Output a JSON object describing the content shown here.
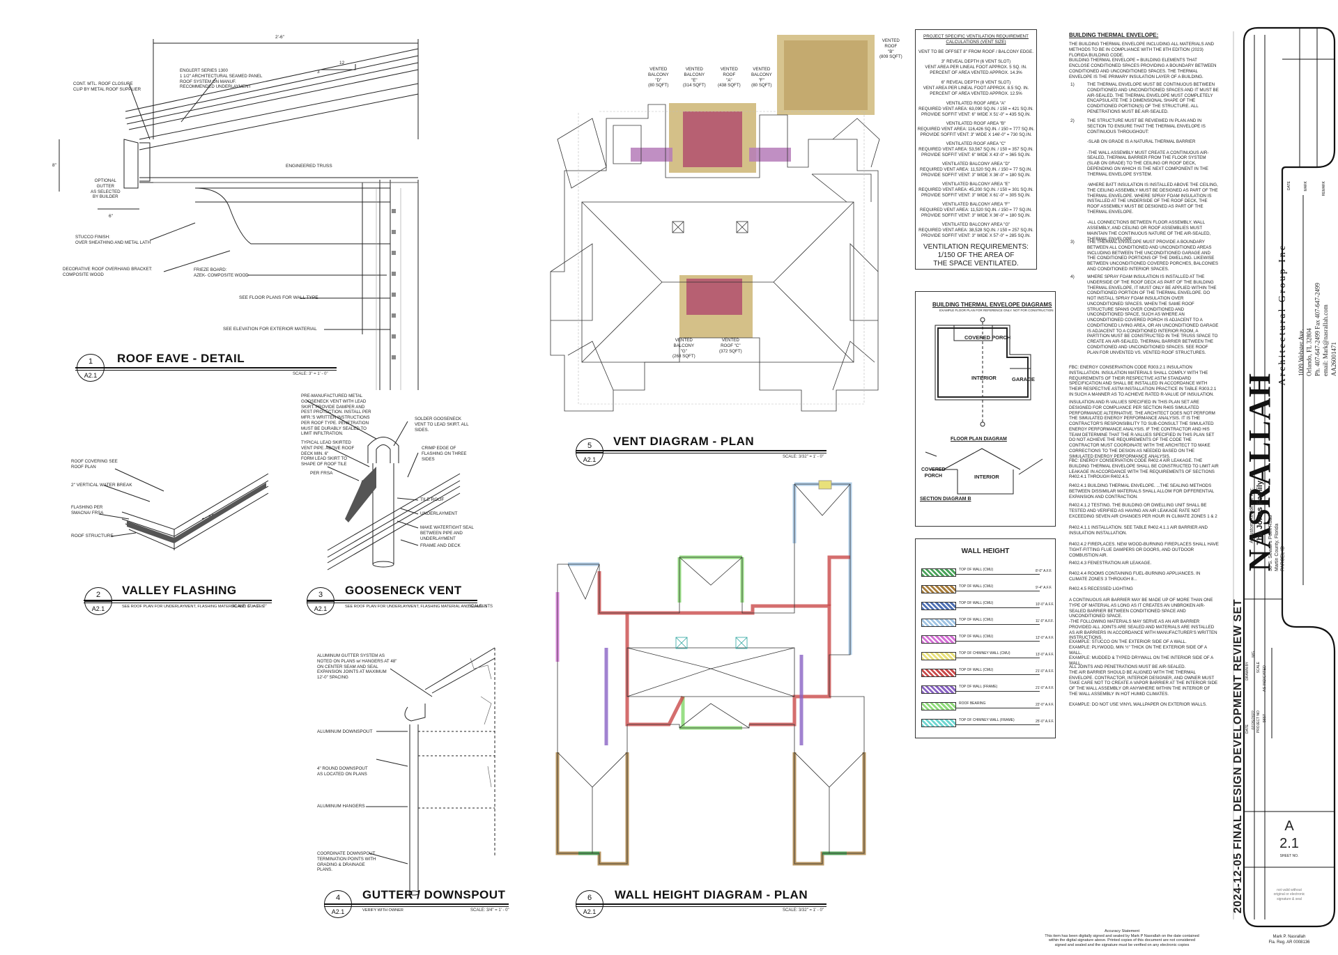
{
  "details": {
    "d1": {
      "num": "1",
      "sheet": "A2.1",
      "title": "ROOF EAVE - DETAIL",
      "scale": "SCALE: 3\" = 1' - 0\""
    },
    "d2": {
      "num": "2",
      "sheet": "A2.1",
      "title": "VALLEY FLASHING",
      "note": "SEE ROOF PLAN FOR UNDERLAYMENT, FLASHING MATERIAL AND GUAGES",
      "scale": "SCALE: 1\" = 1' - 0\""
    },
    "d3": {
      "num": "3",
      "sheet": "A2.1",
      "title": "GOOSENECK VENT",
      "note": "SEE ROOF PLAN FOR UNDERLAYMENT, FLASHING MATERIAL AND GUAGES",
      "scale": "SCALE: NTS"
    },
    "d4": {
      "num": "4",
      "sheet": "A2.1",
      "title": "GUTTER / DOWNSPOUT",
      "note": "VERIFY WITH OWNER",
      "scale": "SCALE: 3/4\" = 1' - 0\""
    },
    "d5": {
      "num": "5",
      "sheet": "A2.1",
      "title": "VENT DIAGRAM - PLAN",
      "scale": "SCALE: 3/32\" = 1' - 0\""
    },
    "d6": {
      "num": "6",
      "sheet": "A2.1",
      "title": "WALL HEIGHT DIAGRAM - PLAN",
      "scale": "SCALE: 3/32\" = 1' - 0\""
    }
  },
  "eave_labels": {
    "dim_top": "2'-6\"",
    "slope": "12",
    "slope_rise": "3",
    "closure": "CONT. MTL. ROOF CLOSURE\nCLIP BY METAL ROOF SUPPLIER",
    "panel": "ENGLERT SERIES 1300\n1 1/2\" ARCHITECTURAL SEAMED PANEL\nROOF SYSTEM ON MANUF.\nRECOMMENDED UNDERLAYMENT",
    "gutter": "OPTIONAL\nGUTTER\nAS SELECTED\nBY BUILDER",
    "truss": "ENGINEERED TRUSS",
    "stucco": "STUCCO FINISH:\nOVER SHEATHING AND METAL LATH",
    "bracket": "DECORATIVE ROOF OVERHANG BRACKET:\nCOMPOSITE WOOD",
    "frieze": "FRIEZE BOARD:\nAZEK- COMPOSITE WOOD",
    "wall": "SEE FLOOR PLANS FOR WALL TYPE",
    "elev": "SEE ELEVATION FOR EXTERIOR MATERIAL",
    "dim_8": "8\"",
    "dim_6": "6\""
  },
  "valley_labels": {
    "covering": "ROOF COVERING SEE\nROOF PLAN",
    "water_break": "2\" VERTICAL WATER BREAK",
    "flashing": "FLASHING PER\nSMACNA/ FRSA",
    "structure": "ROOF STRUCTURE"
  },
  "gooseneck_labels": {
    "prem": "PRE-MANUFACTURED METAL\nGOOSENECK VENT WITH LEAD\nSKIRT. PROVIDE DAMPER AND\nPEST PROTECTION. INSTALL PER\nMFR.'S WRITTEN INSTRUCTIONS\nPER ROOF TYPE. PENETRATION\nMUST BE DURABLY SEALED TO\nLIMIT INFILTRATION.",
    "typical": "TYPICAL LEAD SKIRTED\nVENT PIPE. ABOVE ROOF\nDECK MIN. 6\"\nFORM LEAD SKIRT TO\nSHAPE OF ROOF TILE",
    "frsa": "PER FRSA",
    "solder": "SOLDER GOOSENECK\nVENT TO LEAD SKIRT. ALL\nSIDES.",
    "crimp": "CRIMP EDGE OF\nFLASHING ON THREE\nSIDES",
    "tile": "TILE ROOF",
    "underlay": "UNDERLAYMENT",
    "seal": "MAKE WATERTIGHT SEAL\nBETWEEN PIPE AND\nUNDERLAYMENT",
    "frame": "FRAME AND DECK"
  },
  "gutter_labels": {
    "system": "ALUMINUM GUTTER SYSTEM AS\nNOTED ON PLANS w/ HANGERS AT 48\"\nON CENTER SEAM AND SEAL\nEXPANSION JOINTS AT MAXIMUM\n12'-0\" SPACING",
    "downspout": "ALUMINUM DOWNSPOUT",
    "round": "4\" ROUND DOWNSPOUT\nAS LOCATED ON PLANS",
    "hangers": "ALUMINUM HANGERS",
    "coordinate": "COORDINATE DOWNSPOUT\nTERMINATION POINTS WITH\nGRADING & DRAINAGE\nPLANS."
  },
  "vent_areas": [
    {
      "label": "VENTED\nBALCONY\n\"D\"\n(80 SQFT)"
    },
    {
      "label": "VENTED\nBALCONY\n\"E\"\n(314 SQFT)"
    },
    {
      "label": "VENTED\nROOF\n\"A\"\n(438 SQFT)"
    },
    {
      "label": "VENTED\nBALCONY\n\"F\"\n(80 SQFT)"
    },
    {
      "label": "VENTED\nROOF\n\"B\"\n(809 SQFT)"
    },
    {
      "label": "VENTED\nBALCONY\n\"G\"\n(268 SQFT)"
    },
    {
      "label": "VENTED\nROOF \"C\"\n(372 SQFT)"
    }
  ],
  "ventilation": {
    "title": "PROJECT SPECIFIC VENTILATION REQUIREMENT\nCALCULATIONS (VENT SIZE)",
    "lines": [
      "VENT TO BE OFFSET 8\" FROM ROOF / BALCONY EDGE.",
      "3\" REVEAL DEPTH (6 VENT SLOT)\nVENT AREA PER LINEAL FOOT APPROX. 5 SQ. IN.\nPERCENT OF AREA VENTED APPROX. 14.3%",
      "6\" REVEAL DEPTH (8 VENT SLOT)\nVENT AREA PER LINEAL FOOT APPROX. 8.5 SQ. IN.\nPERCENT OF AREA VENTED APPROX. 12.5%",
      "VENTILATED ROOF AREA \"A\"\nREQUIRED VENT AREA: 63,090 SQ.IN. / 150 = 421 SQ.IN.\nPROVIDE SOFFIT VENT: 6\" WIDE X 51'-0\" = 435 SQ.IN.",
      "VENTILATED ROOF AREA \"B\"\nREQUIRED VENT AREA: 116,426 SQ.IN. / 150 = 777 SQ.IN.\nPROVIDE SOFFIT VENT: 3\" WIDE X 146'-0\" = 730 SQ.IN.",
      "VENTILATED ROOF AREA \"C\"\nREQUIRED VENT AREA: 53,567 SQ.IN. / 150 = 357 SQ.IN.\nPROVIDE SOFFIT VENT: 6\" WIDE X 43'-0\" = 365 SQ.IN.",
      "VENTILATED BALCONY AREA \"D\"\nREQUIRED VENT AREA: 11,520 SQ.IN. / 150 = 77 SQ.IN.\nPROVIDE SOFFIT VENT: 3\" WIDE X 36'-0\" = 180 SQ.IN.",
      "VENTILATED BALCONY AREA \"E\"\nREQUIRED VENT AREA: 45,200 SQ.IN. / 150 = 301 SQ.IN.\nPROVIDE SOFFIT VENT: 3\" WIDE X 61'-0\" = 305 SQ.IN.",
      "VENTILATED BALCONY AREA \"F\"\nREQUIRED VENT AREA: 11,520 SQ.IN. / 150 = 77 SQ.IN.\nPROVIDE SOFFIT VENT: 3\" WIDE X 36'-0\" = 180 SQ.IN.",
      "VENTILATED BALCONY AREA \"G\"\nREQUIRED VENT AREA: 38,528 SQ.IN. / 150 = 257 SQ.IN.\nPROVIDE SOFFIT VENT: 3\" WIDE X 57'-0\" = 285 SQ.IN."
    ],
    "requirement": "VENTILATION REQUIREMENTS:\n1/150 OF THE AREA OF\nTHE SPACE VENTILATED."
  },
  "envelope_diagrams": {
    "title": "BUILDING THERMAL ENVELOPE DIAGRAMS",
    "sub": "EXAMPLE FLOOR PLAN FOR REFERENCE ONLY. NOT FOR CONSTRUCTION",
    "covered_porch": "COVERED PORCH",
    "interior": "INTERIOR",
    "garage": "GARAGE",
    "floor_plan": "FLOOR PLAN DIAGRAM",
    "covered_porch2": "COVERED\nPORCH",
    "interior2": "INTERIOR",
    "section": "SECTION DIAGRAM B"
  },
  "wall_height": {
    "title": "WALL HEIGHT",
    "items": [
      {
        "label": "TOP OF WALL (CMU)",
        "value": "8'-0\" A.F.F.",
        "color": "#4aa35a"
      },
      {
        "label": "TOP OF WALL (CMU)",
        "value": "9'-4\" A.F.F.",
        "color": "#a87d3c"
      },
      {
        "label": "TOP OF WALL (CMU)",
        "value": "10'-0\" A.F.F.",
        "color": "#4d6fb3"
      },
      {
        "label": "TOP OF WALL (CMU)",
        "value": "11'-0\" A.F.F.",
        "color": "#9fc3e3"
      },
      {
        "label": "TOP OF WALL (CMU)",
        "value": "12'-0\" A.F.F.",
        "color": "#d56fd6"
      },
      {
        "label": "TOP OF CHIMNEY WALL (CMU)",
        "value": "13'-0\" A.F.F.",
        "color": "#e8e07a"
      },
      {
        "label": "TOP OF WALL (CMU)",
        "value": "21'-0\" A.F.F.",
        "color": "#c94a4a"
      },
      {
        "label": "TOP OF WALL (FRAME)",
        "value": "21'-0\" A.F.F.",
        "color": "#8a63c4"
      },
      {
        "label": "ROOF BEARING",
        "value": "22'-0\" A.F.F.",
        "color": "#8fdc7a"
      },
      {
        "label": "TOP OF CHIMNEY WALL (FRAME)",
        "value": "25'-0\" A.F.F.",
        "color": "#6fd6d1"
      }
    ]
  },
  "notes": {
    "title": "BUILDING THERMAL ENVELOPE:",
    "intro": "THE BUILDING THERMAL ENVELOPE INCLUDING ALL MATERIALS AND METHODS TO BE IN COMPLIANCE WITH THE 8TH EDITION (2023) FLORIDA BUILDING CODE.\nBUILDING THERMAL ENVELOPE = BUILDING ELEMENTS THAT ENCLOSE CONDITIONED SPACES PROVIDING A BOUNDARY BETWEEN CONDITIONED AND UNCONDITIONED SPACES. THE THERMAL ENVELOPE IS THE PRIMARY INSULATION LAYER OF A BUILDING.",
    "n1": "THE THERMAL ENVELOPE MUST BE CONTINUOUS BETWEEN CONDITIONED AND UNCONDITIONED SPACES AND IT MUST BE AIR-SEALED. THE THERMAL ENVELOPE MUST COMPLETELY ENCAPSULATE THE 3 DIMENSIONAL SHAPE OF THE CONDITIONED PORTION(S) OF THE STRUCTURE. ALL PENETRATIONS MUST BE AIR-SEALED.",
    "n2": "THE STRUCTURE MUST BE REVIEWED IN PLAN AND IN SECTION TO ENSURE THAT THE THERMAL ENVELOPE IS CONTINUOUS THROUGHOUT:",
    "n2a": "-SLAB ON GRADE IS A NATURAL THERMAL BARRIER\n\n-THE WALL ASSEMBLY MUST CREATE A CONTINUOUS AIR-SEALED, THERMAL BARRIER FROM THE FLOOR SYSTEM (SLAB ON GRADE) TO THE CEILING OR ROOF DECK, DEPENDING ON WHICH IS THE NEXT COMPONENT IN THE THERMAL ENVELOPE SYSTEM.\n\n-WHERE BATT INSULATION IS INSTALLED ABOVE THE CEILING, THE CEILING ASSEMBLY MUST BE DESIGNED AS PART OF THE THERMAL ENVELOPE. WHERE SPRAY FOAM INSULATION IS INSTALLED AT THE UNDERSIDE OF THE ROOF DECK, THE ROOF ASSEMBLY MUST BE DESIGNED AS PART OF THE THERMAL ENVELOPE.\n\n-ALL CONNECTIONS BETWEEN FLOOR ASSEMBLY, WALL ASSEMBLY, AND CEILING OR ROOF ASSEMBLIES MUST MAINTAIN THE CONTINUOUS NATURE OF THE AIR-SEALED, THERMAL ENVELOPE.",
    "n3": "THE THERMAL ENVELOPE MUST PROVIDE A BOUNDARY BETWEEN ALL CONDITIONED AND UNCONDITIONED AREAS INCLUDING BETWEEN THE UNCONDITIONED GARAGE AND THE CONDITIONED PORTIONS OF THE DWELLING. LIKEWISE BETWEEN UNCONDITIONED COVERED PORCHES, BALCONIES AND CONDITIONED INTERIOR SPACES.",
    "n4": "WHERE SPRAY FOAM INSULATION IS INSTALLED AT THE UNDERSIDE OF THE ROOF DECK AS PART OF THE BUILDING THERMAL ENVELOPE, IT MUST ONLY BE APPLIED WITHIN THE CONDITIONED PORTION OF THE THERMAL ENVELOPE. DO NOT INSTALL SPRAY FOAM INSULATION OVER UNCONDITIONED SPACES. WHEN THE SAME ROOF STRUCTURE SPANS OVER CONDITIONED AND UNCONDITIONED SPACE, SUCH AS WHERE AN UNCONDITIONED COVERED PORCH IS ADJACENT TO A CONDITIONED LIVING AREA, OR AN UNCONDITIONED GARAGE IS ADJACENT TO A CONDITIONED INTERIOR ROOM, A PARTITION MUST BE CONSTRUCTED IN THE TRUSS SPACE TO CREATE AN AIR-SEALED, THERMAL BARRIER BETWEEN THE CONDITIONED AND UNCONDITIONED SPACES. SEE ROOF PLAN FOR UNVENTED VS. VENTED ROOF STRUCTURES.",
    "p1": "FBC: ENERGY CONSERVATION CODE R303.2.1 INSULATION INSTALLATION. INSULATION MATERIALS SHALL COMPLY WITH THE REQUIREMENTS OF THEIR RESPECTIVE ASTM STANDARD SPECIFICATION AND SHALL BE INSTALLED IN ACCORDANCE WITH THEIR RESPECTIVE ASTM INSTALLATION PRACTICE IN TABLE R303.2.1 IN SUCH A MANNER AS TO ACHIEVE RATED R-VALUE OF INSULATION.",
    "p2": "INSULATION AND R-VALUES SPECIFIED IN THIS PLAN SET ARE DESIGNED FOR COMPLIANCE PER SECTION R405 SIMULATED PERFORMANCE ALTERNATIVE. THE ARCHITECT DOES NOT PERFORM THE SIMULATED ENERGY PERFORMANCE ANALYSIS. IT IS THE CONTRACTOR'S RESPONSIBILITY TO SUB-CONSULT THE SIMULATED ENERGY PERFORMANCE ANALYSIS. IF THE CONTRACTOR AND HIS TEAM DETERMINE THAT THE R-VALUES SPECIFIED IN THIS PLAN SET DO NOT ACHIEVE THE REQUIREMENTS OF THE CODE THE CONTRACTOR MUST COORDINATE WITH THE ARCHITECT TO MAKE CORRECTIONS TO THE DESIGN AS NEEDED BASED ON THE SIMULATED ENERGY PERFORMANCE ANALYSIS.",
    "p3": "FBC: ENERGY CONSERVATION CODE R402.4 AIR LEAKAGE. THE BUILDING THERMAL ENVELOPE SHALL BE CONSTRUCTED TO LIMIT AIR LEAKAGE IN ACCORDANCE WITH THE REQUIREMENTS OF SECTIONS R402.4.1 THROUGH R402.4.5.",
    "p4": "R402.4.1 BUILDING THERMAL ENVELOPE. ...THE SEALING METHODS BETWEEN DISSIMILAR MATERIALS SHALL ALLOW FOR DIFFERENTIAL EXPANSION AND CONTRACTION.",
    "p5": "R402.4.1.2 TESTING. THE BUILDING OR DWELLING UNIT SHALL BE TESTED AND VERIFIED AS HAVING AN AIR LEAKAGE RATE NOT EXCEEDING SEVEN AIR CHANGES PER HOUR IN CLIMATE ZONES 1 & 2",
    "p6": "R402.4.1.1 INSTALLATION. SEE TABLE R402.4.1.1 AIR BARRIER AND INSULATION INSTALLATION.",
    "p7": "R402.4.2 FIREPLACES. NEW WOOD-BURNING FIREPLACES SHALL HAVE TIGHT-FITTING FLUE DAMPERS OR DOORS, AND OUTDOOR COMBUSTION AIR.",
    "p8": "R402.4.3 FENESTRATION AIR LEAKAGE.",
    "p9": "R402.4.4 ROOMS CONTAINING FUEL-BURNING APPLIANCES. IN CLIMATE ZONES 3 THROUGH 8...",
    "p10": "R402.4.5 RECESSED LIGHTING",
    "p11": "A CONTINUOUS AIR BARRIER MAY BE MADE UP OF MORE THAN ONE TYPE OF MATERIAL AS LONG AS IT CREATES AN UNBROKEN AIR-SEALED BARRIER BETWEEN CONDITIONED SPACE AND UNCONDITIONED SPACE.\n  -THE FOLLOWING MATERIALS MAY SERVE AS AN AIR BARRIER PROVIDED ALL JOINTS ARE SEALED AND MATERIALS ARE INSTALLED AS AIR BARRIERS IN ACCORDANCE WITH MANUFACTURER'S WRITTEN INSTRUCTIONS.",
    "p12": "EXAMPLE: STUCCO ON THE EXTERIOR SIDE OF A WALL.\nEXAMPLE: PLYWOOD, MIN ½\" THICK ON THE EXTERIOR SIDE OF A WALL.\nEXAMPLE: MUDDED & TYPED DRYWALL ON THE INTERIOR SIDE OF A WALL.",
    "p13": "ALL JOINTS AND PENETRATIONS MUST BE AIR-SEALED.\nTHE AIR BARRIER SHOULD BE ALIGNED WITH THE THERMAL ENVELOPE. CONTRACTOR, INTERIOR DESIGNER, AND OWNER MUST TAKE CARE NOT TO CREATE A VAPOR BARRIER AT THE INTERIOR SIDE OF THE WALL ASSEMBLY OR ANYWHERE WITHIN THE INTERIOR OF THE WALL ASSEMBLY IN HOT HUMID CLIMATES.",
    "p14": "EXAMPLE: DO NOT USE VINYL WALLPAPER ON EXTERIOR WALLS."
  },
  "title_block": {
    "firm": "NASRALLAH",
    "firm_sub": "Architectural Group Inc",
    "address": "1009 Webster Ave.\nOrlando, FL 32804\nPh. 407-647-2499 Fax 407-647-2499\nemail: Mark@nasrallah.com\nAA26001471",
    "residence": "A Custom Residence For:",
    "client": "The Jones Family",
    "site": "36 S. Sewall's Point Road\nMartin County, Florida\nPARCEL ID",
    "set": "2024-12-05 FINAL DESIGN DEVELOPMENT REVIEW SET",
    "sheet_letter": "A",
    "sheet_num": "2.1",
    "sheet_label": "SHEET NO.",
    "seal_note": "not valid without\noriginal or electronic\nsignature & seal",
    "signer": "Mark P. Nasrallah\nFla. Reg. AR 0008136",
    "accuracy": "Accuracy Statement\nThis item has been digitally signed and sealed by Mark P Nasrallah on the date contained\nwithin the digital signature above. Printed copies of this document are not considered\nsigned and sealed and the signature must be verified on any electronic copies",
    "rev_cols": [
      "DATE",
      "MARK",
      "REMARK"
    ],
    "info_rows": [
      "DATE",
      "PROJECT NO",
      "DRAWN BY",
      "SCALE"
    ],
    "info_vals": [
      "07/26/2022",
      "5657",
      "MG",
      "AS INDICATED"
    ]
  }
}
